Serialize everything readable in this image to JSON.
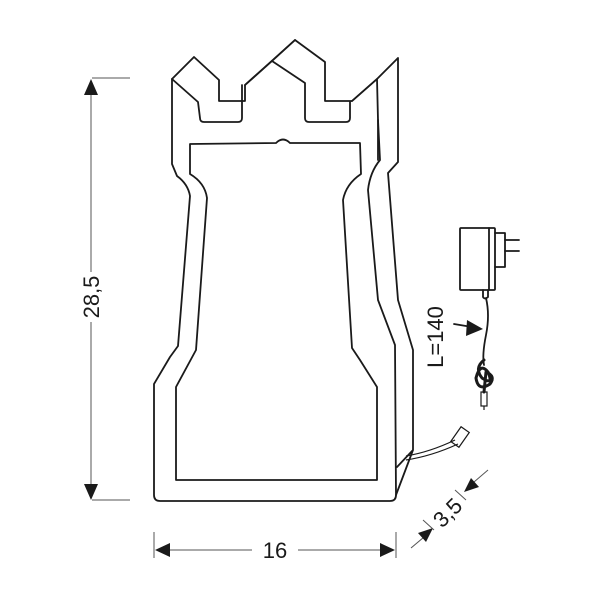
{
  "diagram": {
    "subject": "rook-shaped LED lamp with power adapter",
    "dimensions": {
      "height": "28,5",
      "width": "16",
      "depth": "3,5",
      "cable_length": "L=140"
    },
    "colors": {
      "line": "#1a1a1a",
      "dimension_line": "#555555",
      "background": "#ffffff"
    }
  }
}
